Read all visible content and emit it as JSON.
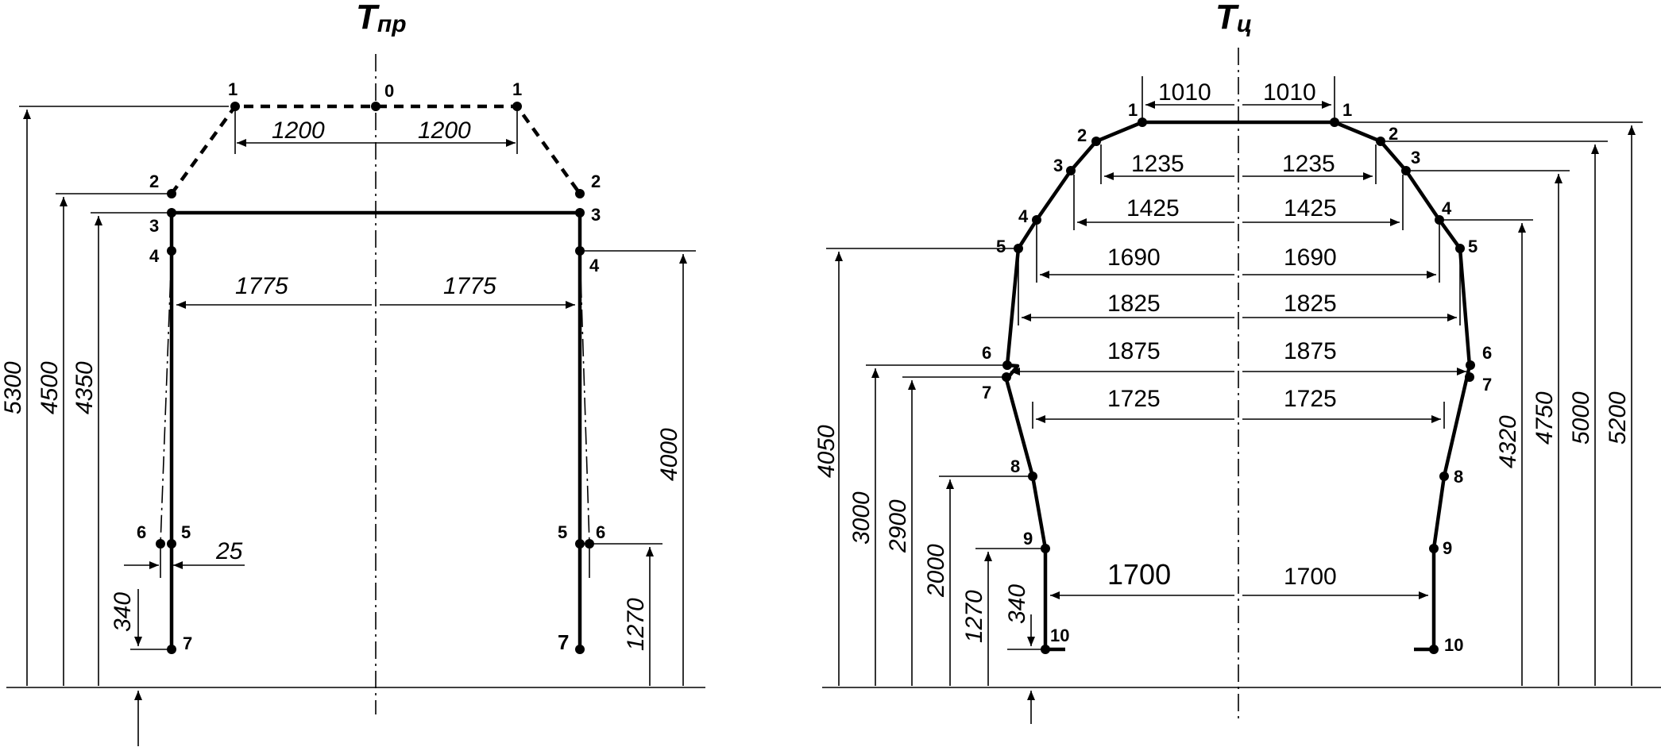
{
  "left": {
    "title_main": "T",
    "title_sub": "пр",
    "point_labels": [
      "0",
      "1",
      "1",
      "2",
      "2",
      "3",
      "3",
      "4",
      "4",
      "5",
      "5",
      "6",
      "6",
      "7",
      "7"
    ],
    "horizontal_dims": [
      "1200",
      "1200",
      "1775",
      "1775",
      "25"
    ],
    "vertical_dims": [
      "5300",
      "4500",
      "4350",
      "4000",
      "1270",
      "340"
    ]
  },
  "right": {
    "title_main": "T",
    "title_sub": "ц",
    "point_labels": [
      "1",
      "1",
      "2",
      "2",
      "3",
      "3",
      "4",
      "4",
      "5",
      "5",
      "6",
      "6",
      "7",
      "7",
      "8",
      "8",
      "9",
      "9",
      "10",
      "10"
    ],
    "horizontal_dims": [
      "1010",
      "1010",
      "1235",
      "1235",
      "1425",
      "1425",
      "1690",
      "1690",
      "1825",
      "1825",
      "1875",
      "1875",
      "1725",
      "1725",
      "1700",
      "1700"
    ],
    "vertical_dims": [
      "4050",
      "3000",
      "2900",
      "2000",
      "1270",
      "340",
      "4320",
      "4750",
      "5000",
      "5200"
    ]
  }
}
